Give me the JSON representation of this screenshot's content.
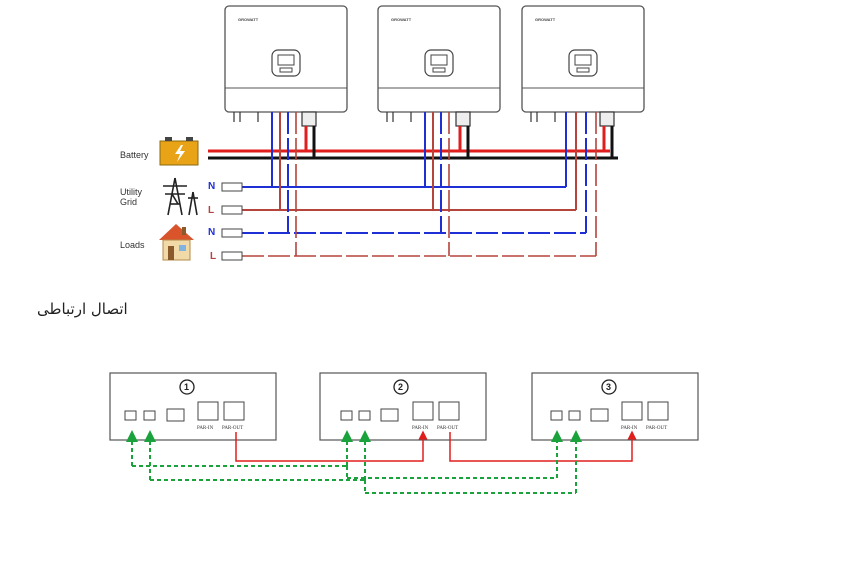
{
  "wiring": {
    "battery_label": "Battery",
    "utility_label": "Utility\nGrid",
    "loads_label": "Loads",
    "n_label": "N",
    "l_label": "L",
    "inverter_brand": "GROWATT"
  },
  "section_title": "اتصال ارتباطی",
  "comm": {
    "units": [
      {
        "number": "1",
        "par_in": "PAR-IN",
        "par_out": "PAR-OUT"
      },
      {
        "number": "2",
        "par_in": "PAR-IN",
        "par_out": "PAR-OUT"
      },
      {
        "number": "3",
        "par_in": "PAR-IN",
        "par_out": "PAR-OUT"
      }
    ]
  },
  "colors": {
    "battery_pos": "#e01e1e",
    "battery_neg": "#111111",
    "neutral": "#1f2fd6",
    "line": "#b5443c",
    "parallel_cable": "#e01e1e",
    "current_share": "#1aa33c"
  }
}
